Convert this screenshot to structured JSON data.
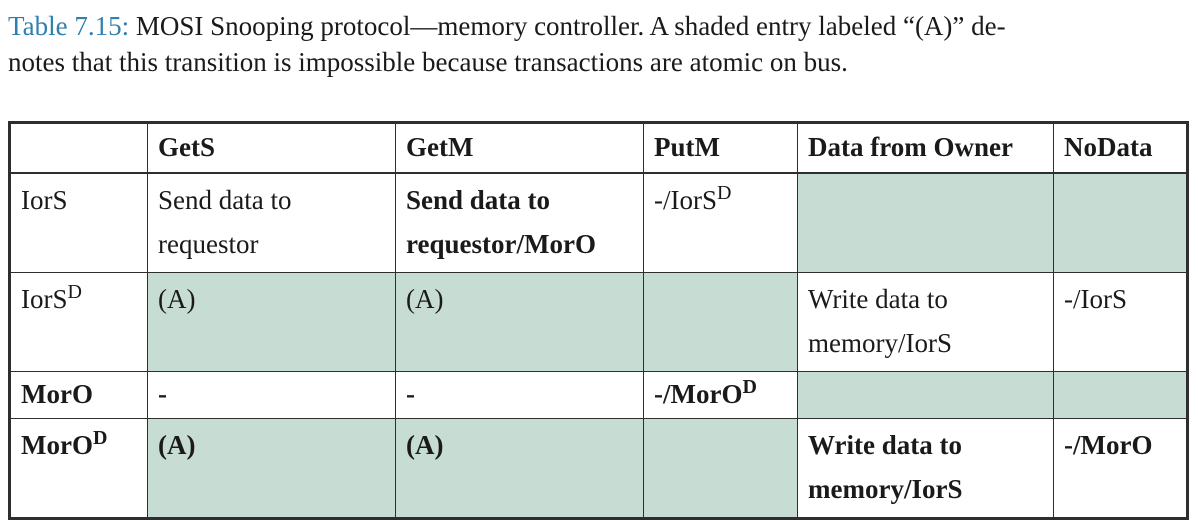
{
  "caption": {
    "label": "Table 7.15:",
    "line1": "MOSI Snooping protocol—memory controller. A shaded entry labeled “(A)” de-",
    "line2": "notes that this transition is impossible because transactions are atomic on bus."
  },
  "table": {
    "headers": [
      "",
      "GetS",
      "GetM",
      "PutM",
      "Data from Owner",
      "NoData"
    ],
    "superscript": "D",
    "rows": [
      {
        "state": "IorS",
        "cells": [
          {
            "line1": "Send data to",
            "line2": "requestor"
          },
          {
            "line1": "Send data to",
            "line2": "requestor/MorO"
          },
          {
            "text": "-/IorS"
          },
          {
            "text": ""
          },
          {
            "text": ""
          }
        ]
      },
      {
        "state": "IorS",
        "cells": [
          {
            "text": "(A)"
          },
          {
            "text": "(A)"
          },
          {
            "text": ""
          },
          {
            "line1": "Write data to",
            "line2": "memory/IorS"
          },
          {
            "text": "-/IorS"
          }
        ]
      },
      {
        "state": "MorO",
        "cells": [
          {
            "text": "-"
          },
          {
            "text": "-"
          },
          {
            "text": "-/MorO"
          },
          {
            "text": ""
          },
          {
            "text": ""
          }
        ]
      },
      {
        "state": "MorO",
        "cells": [
          {
            "text": "(A)"
          },
          {
            "text": "(A)"
          },
          {
            "text": ""
          },
          {
            "line1": "Write data to",
            "line2": "memory/IorS"
          },
          {
            "text": "-/MorO"
          }
        ]
      }
    ]
  },
  "colors": {
    "shade": "#c7ddd4",
    "caption_label": "#2f7fb0",
    "border": "#2e2e2e"
  }
}
